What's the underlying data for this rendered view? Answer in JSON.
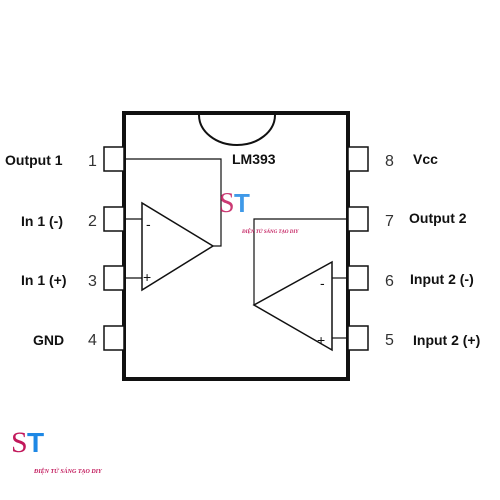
{
  "chip": {
    "name": "LM393"
  },
  "pins": [
    {
      "number": "1",
      "label": "Output 1"
    },
    {
      "number": "2",
      "label": "In 1 (-)"
    },
    {
      "number": "3",
      "label": "In 1 (+)"
    },
    {
      "number": "4",
      "label": "GND"
    },
    {
      "number": "5",
      "label": "Input 2 (+)"
    },
    {
      "number": "6",
      "label": "Input 2 (-)"
    },
    {
      "number": "7",
      "label": "Output 2"
    },
    {
      "number": "8",
      "label": "Vcc"
    }
  ],
  "opamps": [
    {
      "minus": "-",
      "plus": "+"
    },
    {
      "minus": "-",
      "plus": "+"
    }
  ],
  "watermark": {
    "logo_letters": "ST",
    "caption": "ĐIỆN TỬ SÁNG TẠO DIY"
  },
  "colors": {
    "outline": "#111111",
    "logo_pink": "#c2185b",
    "logo_blue": "#1e88e5"
  }
}
